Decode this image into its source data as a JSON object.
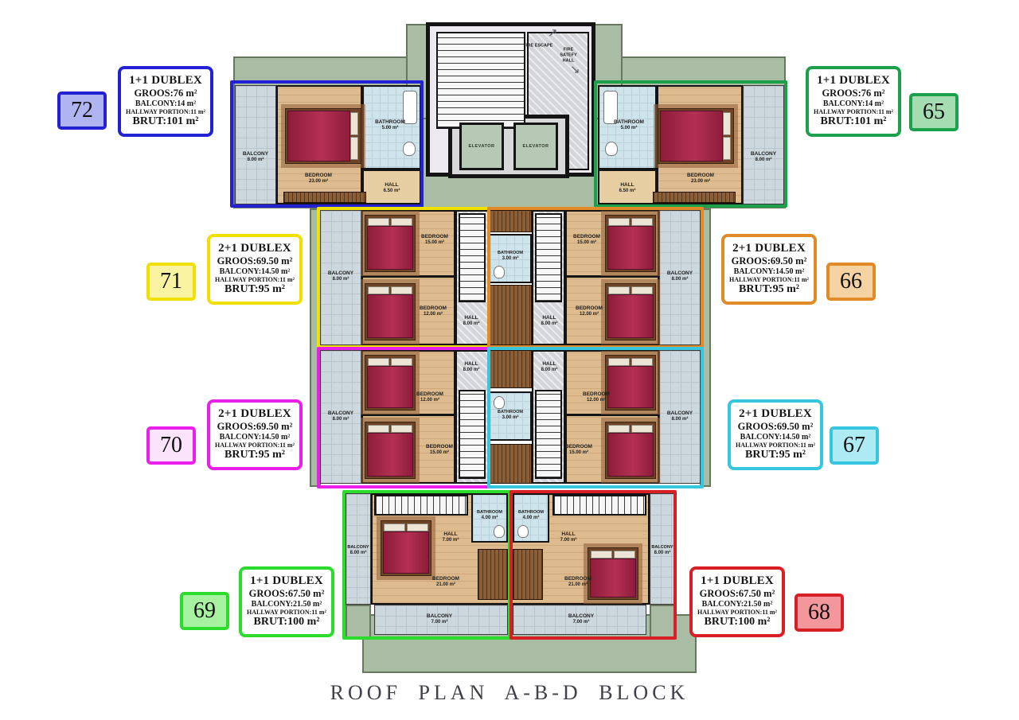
{
  "title": "ROOF PLAN  A-B-D BLOCK",
  "palette": {
    "sage": "#a9bda5",
    "sage_border": "#67785f",
    "balcony_tile": "#cdd8de",
    "wood_floor": "#debb8e",
    "wall": "#141414",
    "bed_quilt": "#9e2040",
    "elevator_fill": "#b6c9b4"
  },
  "core": {
    "fire_escape": "FIRE ESCAPE",
    "fire_safety_hall": "FIRE SATEFY HALL",
    "elevator_left": "ELEVATOR",
    "elevator_right": "ELEVATOR"
  },
  "units": {
    "u72": {
      "number": "72",
      "color": "#2222d4",
      "badge_bg": "#b0b4f0",
      "type": "1+1 DUBLEX",
      "groos": "GROOS:76 m²",
      "balcony": "BALCONY:14 m²",
      "hallway": "HALLWAY PORTION:11 m²",
      "brut": "BRUT:101 m²",
      "rooms": {
        "balcony": {
          "name": "BALCONY",
          "area": "8.00 m²"
        },
        "bedroom": {
          "name": "BEDROOM",
          "area": "23.00 m²"
        },
        "bathroom": {
          "name": "BATHROOM",
          "area": "5.00 m²"
        },
        "hall": {
          "name": "HALL",
          "area": "6.50 m²"
        }
      }
    },
    "u65": {
      "number": "65",
      "color": "#1ca04c",
      "badge_bg": "#a6dcb2",
      "type": "1+1 DUBLEX",
      "groos": "GROOS:76 m²",
      "balcony": "BALCONY:14 m²",
      "hallway": "HALLWAY PORTION:11 m²",
      "brut": "BRUT:101 m²",
      "rooms": {
        "balcony": {
          "name": "BALCONY",
          "area": "8.00 m²"
        },
        "bedroom": {
          "name": "BEDROOM",
          "area": "23.00 m²"
        },
        "bathroom": {
          "name": "BATHROOM",
          "area": "5.00 m²"
        },
        "hall": {
          "name": "HALL",
          "area": "6.50 m²"
        }
      }
    },
    "u71": {
      "number": "71",
      "color": "#f0e000",
      "badge_bg": "#faf4a2",
      "type": "2+1 DUBLEX",
      "groos": "GROOS:69.50 m²",
      "balcony": "BALCONY:14.50 m²",
      "hallway": "HALLWAY PORTION:11 m²",
      "brut": "BRUT:95 m²",
      "rooms": {
        "balcony": {
          "name": "BALCONY",
          "area": "8.00 m²"
        },
        "bedroom1": {
          "name": "BEDROOM",
          "area": "15.00 m²"
        },
        "bedroom2": {
          "name": "BEDROOM",
          "area": "12.00 m²"
        },
        "hall": {
          "name": "HALL",
          "area": "8.00 m²"
        }
      }
    },
    "u66": {
      "number": "66",
      "color": "#e08a28",
      "badge_bg": "#f5d2a2",
      "type": "2+1 DUBLEX",
      "groos": "GROOS:69.50 m²",
      "balcony": "BALCONY:14.50 m²",
      "hallway": "HALLWAY PORTION:11 m²",
      "brut": "BRUT:95 m²",
      "rooms": {
        "balcony": {
          "name": "BALCONY",
          "area": "8.00 m²"
        },
        "bedroom1": {
          "name": "BEDROOM",
          "area": "15.00 m²"
        },
        "bedroom2": {
          "name": "BEDROOM",
          "area": "12.00 m²"
        },
        "hall": {
          "name": "HALL",
          "area": "8.00 m²"
        },
        "bathroom": {
          "name": "BATHROOM",
          "area": "3.00 m²"
        }
      }
    },
    "u70": {
      "number": "70",
      "color": "#ea1fea",
      "badge_bg": "#fbe4fb",
      "type": "2+1 DUBLEX",
      "groos": "GROOS:69.50 m²",
      "balcony": "BALCONY:14.50 m²",
      "hallway": "HALLWAY PORTION:11 m²",
      "brut": "BRUT:95 m²",
      "rooms": {
        "balcony": {
          "name": "BALCONY",
          "area": "8.00 m²"
        },
        "bedroom1": {
          "name": "BEDROOM",
          "area": "12.00 m²"
        },
        "bedroom2": {
          "name": "BEDROOM",
          "area": "15.00 m²"
        },
        "hall": {
          "name": "HALL",
          "area": "8.00 m²"
        }
      }
    },
    "u67": {
      "number": "67",
      "color": "#36c6de",
      "badge_bg": "#aeeaf4",
      "type": "2+1 DUBLEX",
      "groos": "GROOS:69.50 m²",
      "balcony": "BALCONY:14.50 m²",
      "hallway": "HALLWAY PORTION:11 m²",
      "brut": "BRUT:95 m²",
      "rooms": {
        "balcony": {
          "name": "BALCONY",
          "area": "8.00 m²"
        },
        "bedroom1": {
          "name": "BEDROOM",
          "area": "12.00 m²"
        },
        "bedroom2": {
          "name": "BEDROOM",
          "area": "15.00 m²"
        },
        "hall": {
          "name": "HALL",
          "area": "8.00 m²"
        },
        "bathroom": {
          "name": "BATHROOM",
          "area": "3.00 m²"
        }
      }
    },
    "u69": {
      "number": "69",
      "color": "#2cdc2c",
      "badge_bg": "#a6f2a0",
      "type": "1+1 DUBLEX",
      "groos": "GROOS:67.50 m²",
      "balcony": "BALCONY:21.50 m²",
      "hallway": "HALLWAY PORTION:11 m²",
      "brut": "BRUT:100 m²",
      "rooms": {
        "balcony_side": {
          "name": "BALCONY",
          "area": "8.00 m²"
        },
        "bedroom": {
          "name": "BEDROOM",
          "area": "21.00 m²"
        },
        "hall": {
          "name": "HALL",
          "area": "7.00 m²"
        },
        "bathroom": {
          "name": "BATHROOM",
          "area": "4.00 m²"
        },
        "balcony_bottom": {
          "name": "BALCONY",
          "area": "7.00 m²"
        }
      }
    },
    "u68": {
      "number": "68",
      "color": "#d81f26",
      "badge_bg": "#f4979c",
      "type": "1+1 DUBLEX",
      "groos": "GROOS:67.50 m²",
      "balcony": "BALCONY:21.50 m²",
      "hallway": "HALLWAY PORTION:11 m²",
      "brut": "BRUT:100 m²",
      "rooms": {
        "balcony_side": {
          "name": "BALCONY",
          "area": "8.00 m²"
        },
        "bedroom": {
          "name": "BEDROOM",
          "area": "21.00 m²"
        },
        "hall": {
          "name": "HALL",
          "area": "7.00 m²"
        },
        "bathroom": {
          "name": "BATHROOM",
          "area": "4.00 m²"
        },
        "balcony_bottom": {
          "name": "BALCONY",
          "area": "7.00 m²"
        }
      }
    }
  }
}
